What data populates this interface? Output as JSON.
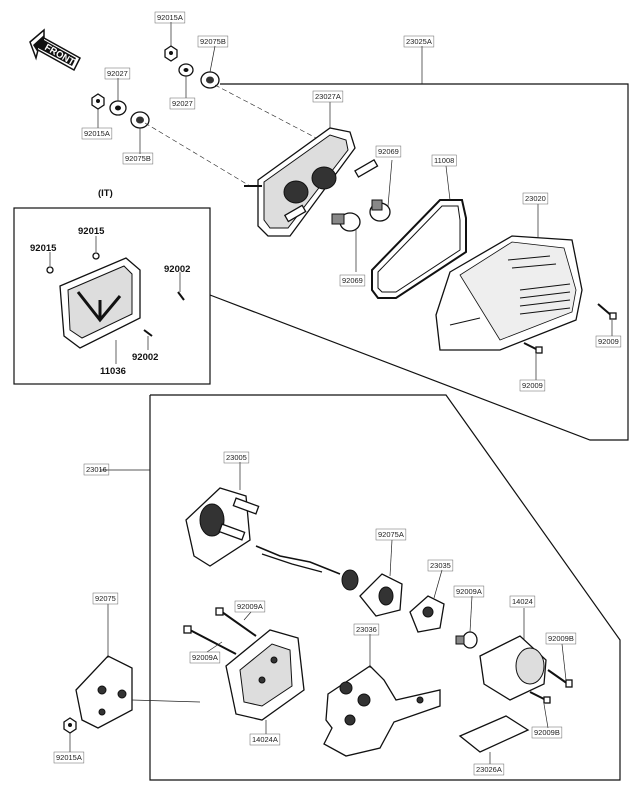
{
  "front_arrow": {
    "label": "FRONT"
  },
  "variant_label": "(IT)",
  "labels": {
    "p92015A_top": "92015A",
    "p92075B_top": "92075B",
    "p23025A": "23025A",
    "p92027_a": "92027",
    "p92027_b": "92027",
    "p92015A_left": "92015A",
    "p92075B_left": "92075B",
    "p23027A": "23027A",
    "p92069_top": "92069",
    "p11008": "11008",
    "p23020": "23020",
    "p92069_bot": "92069",
    "p92009_right": "92009",
    "p92009_bottom": "92009",
    "p92015_a": "92015",
    "p92015_b": "92015",
    "p92002_a": "92002",
    "p92002_b": "92002",
    "p11036": "11036",
    "p23016": "23016",
    "p23005": "23005",
    "p92075A": "92075A",
    "p23035": "23035",
    "p92009A_right": "92009A",
    "p14024": "14024",
    "p92075": "92075",
    "p92009A_left": "92009A",
    "p92009A_mid": "92009A",
    "p23036": "23036",
    "p92009B_a": "92009B",
    "p92009B_b": "92009B",
    "p14024A": "14024A",
    "p92015A_bottom": "92015A",
    "p23026A": "23026A"
  }
}
